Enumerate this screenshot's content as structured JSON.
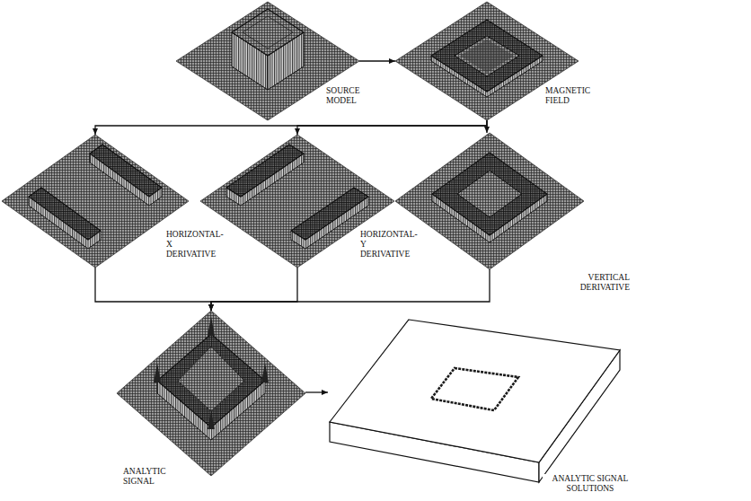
{
  "diagram": {
    "nodes": [
      {
        "text": [
          "SOURCE MODEL"
        ]
      },
      {
        "text": [
          "MAGNETIC FIELD"
        ]
      },
      {
        "text": [
          "HORIZONTAL-X DERIVATIVE"
        ]
      },
      {
        "text": [
          "HORIZONTAL-Y DERIVATIVE"
        ]
      },
      {
        "text": [
          "VERTICAL DERIVATIVE"
        ]
      },
      {
        "text": [
          "ANALYTIC SIGNAL"
        ]
      },
      {
        "text": [
          "ANALYTIC SIGNAL SOLUTIONS"
        ]
      }
    ],
    "edges": [
      {
        "from": 0,
        "to": 1,
        "arrow": "to"
      },
      {
        "from": 1,
        "to": 2,
        "arrow": "to"
      },
      {
        "from": 1,
        "to": 3,
        "arrow": "to"
      },
      {
        "from": 1,
        "to": 4,
        "arrow": "to"
      },
      {
        "from": 2,
        "to": 5,
        "arrow": "to"
      },
      {
        "from": 3,
        "to": 5,
        "arrow": "to"
      },
      {
        "from": 4,
        "to": 5,
        "arrow": "to"
      },
      {
        "from": 5,
        "to": 6,
        "arrow": "to"
      }
    ]
  }
}
